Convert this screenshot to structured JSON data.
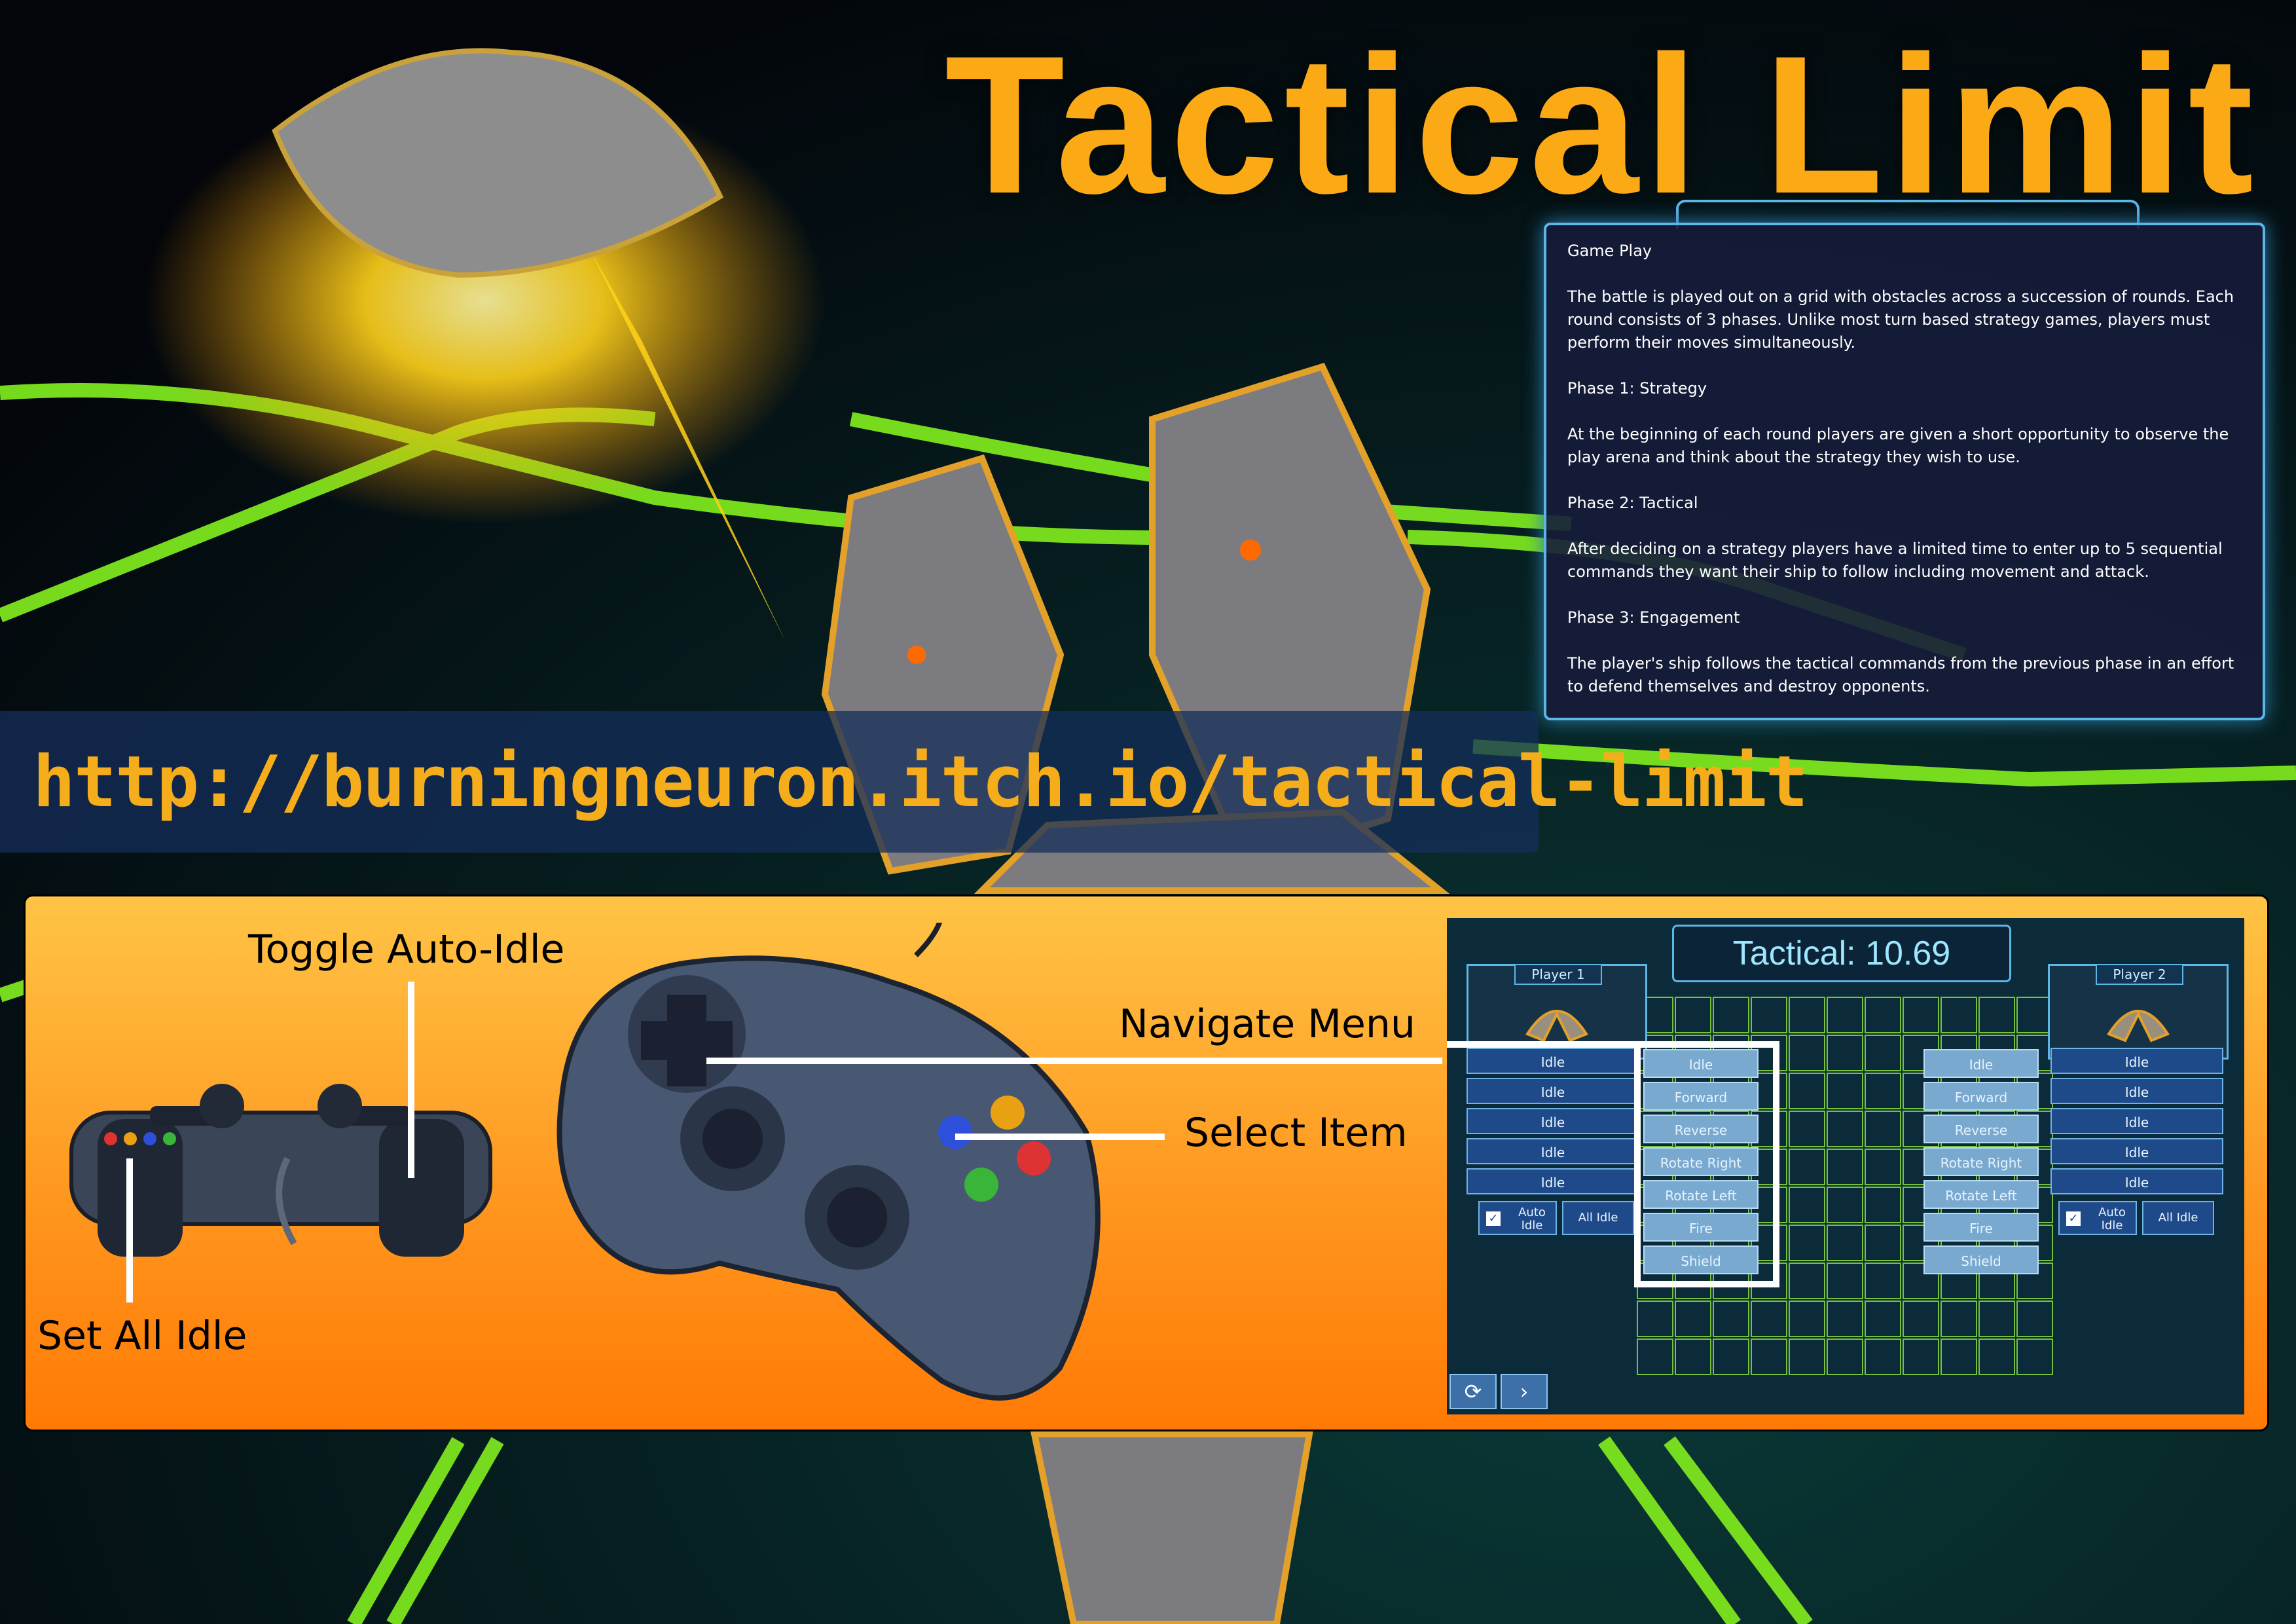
{
  "title": "Tactical Limit",
  "info_panel": {
    "heading": "Game Play",
    "intro": "The battle is played out on a grid with obstacles across a succession of rounds. Each round consists of 3 phases. Unlike most turn based strategy games, players must perform their moves simultaneously.",
    "phase1_title": "Phase 1: Strategy",
    "phase1_text": "At the beginning of each round players are given a short opportunity to observe the play arena and think about the strategy they wish to use.",
    "phase2_title": "Phase 2: Tactical",
    "phase2_text": "After deciding on a strategy players have a limited time to enter up to 5 sequential commands they want their ship to follow including movement and attack.",
    "phase3_title": "Phase 3: Engagement",
    "phase3_text": "The player's ship follows the tactical commands from the previous phase in an effort to defend themselves and destroy opponents."
  },
  "url": "http://burningneuron.itch.io/tactical-limit",
  "controls": {
    "toggle_auto_idle": "Toggle Auto-Idle",
    "set_all_idle": "Set All Idle",
    "navigate_menu": "Navigate Menu",
    "select_item": "Select Item"
  },
  "game_ui": {
    "tactical_label": "Tactical: 10.69",
    "player1": "Player 1",
    "player2": "Player 2",
    "idle_rows": [
      "Idle",
      "Idle",
      "Idle",
      "Idle",
      "Idle"
    ],
    "menu_items": [
      "Idle",
      "Forward",
      "Reverse",
      "Rotate Right",
      "Rotate Left",
      "Fire",
      "Shield"
    ],
    "auto_idle_label": "Auto Idle",
    "all_idle_label": "All Idle",
    "refresh_icon": "refresh-icon",
    "next_icon": "chevron-right-icon"
  },
  "colors": {
    "title": "#fbaa16",
    "panel_border": "#5db7e6",
    "grid_line": "#76c13a",
    "controls_bg_top": "#ffc445",
    "controls_bg_bottom": "#ff7a05"
  }
}
